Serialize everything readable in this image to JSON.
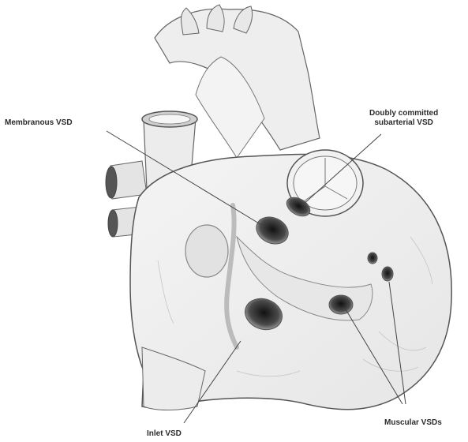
{
  "labels": {
    "membranous": "Membranous VSD",
    "doubly_line1": "Doubly committed",
    "doubly_line2": "subarterial VSD",
    "muscular": "Muscular VSDs",
    "inlet": "Inlet VSD"
  },
  "colors": {
    "outline": "#555555",
    "fill": "#f1f1f1",
    "shade": "#d8d8d8",
    "hole": "#3a3a3a",
    "leader": "#444444"
  }
}
